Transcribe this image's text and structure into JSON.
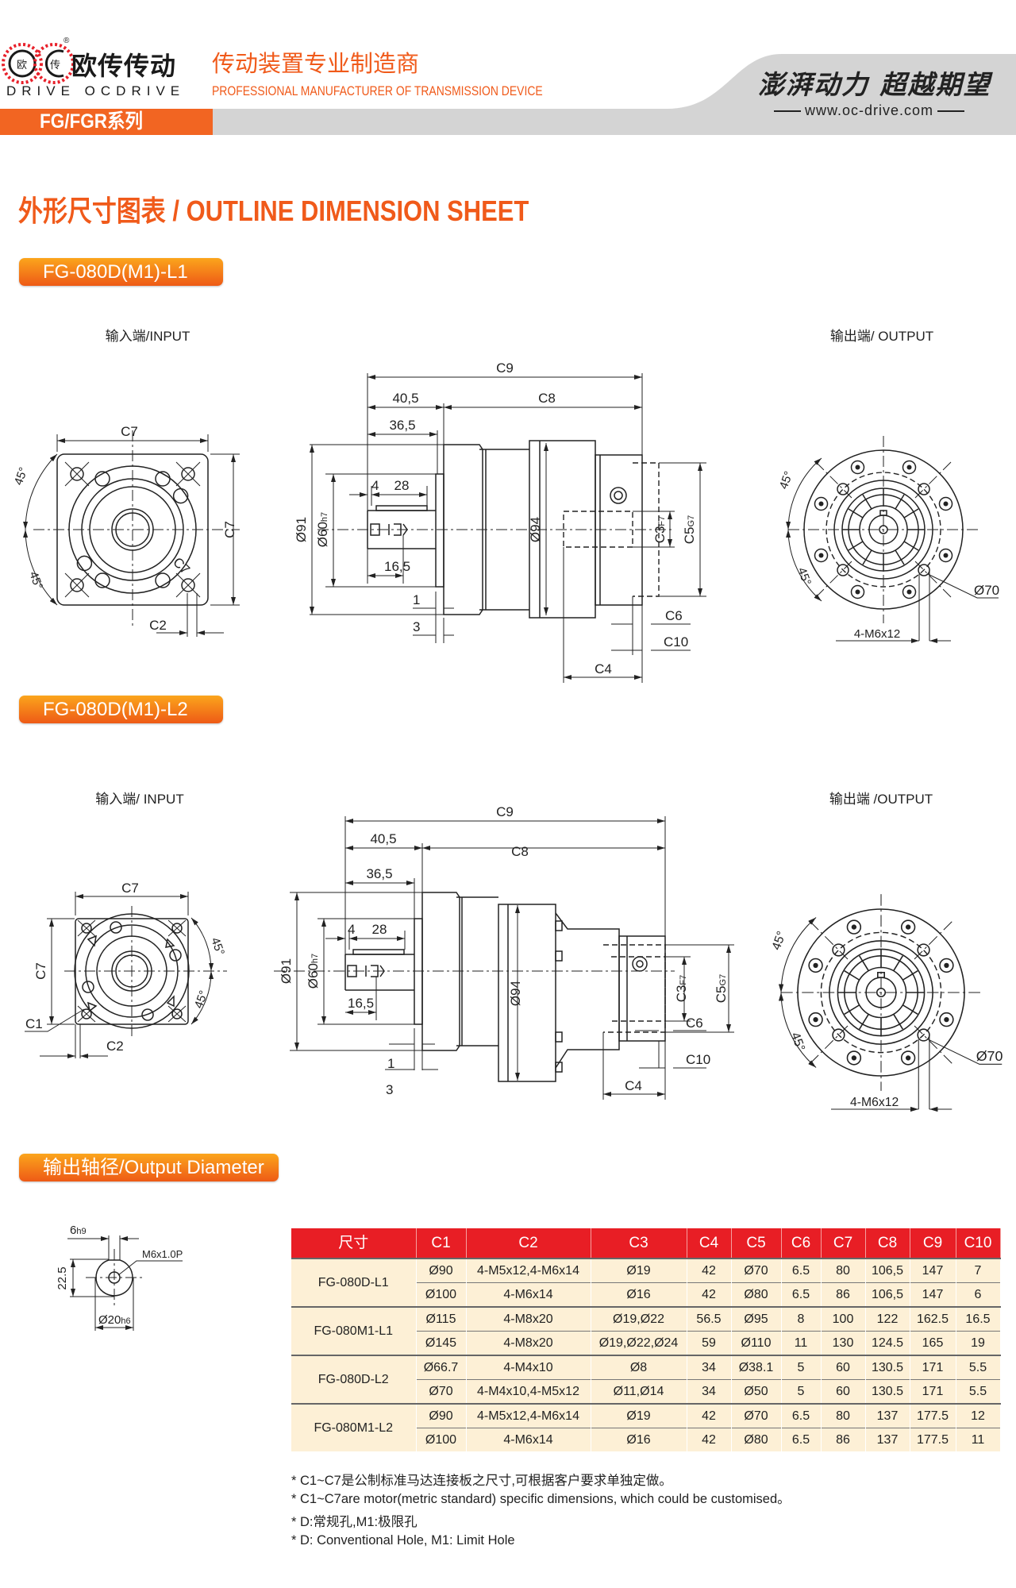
{
  "header": {
    "brand_cn": "欧传传动",
    "brand_en": "DRIVE OCDRIVE",
    "logo_chars": [
      "欧",
      "传"
    ],
    "tagline_cn": "传动装置专业制造商",
    "tagline_en": "PROFESSIONAL MANUFACTURER OF TRANSMISSION DEVICE",
    "series_tab": "FG/FGR系列",
    "slogan_cn": "澎湃动力 超越期望",
    "url": "www.oc-drive.com"
  },
  "title": "外形尺寸图表 / OUTLINE DIMENSION SHEET",
  "colors": {
    "accent": "#f05a1a",
    "table_header": "#e81e25",
    "table_row": "#fdf0d6",
    "band": "#d4d4d4"
  },
  "drawing1": {
    "model": "FG-080D(M1)-L1",
    "input_label": "输入端/INPUT",
    "output_label": "输出端/ OUTPUT",
    "dims": {
      "c7_top": "C7",
      "c7_side": "C7",
      "c7_diag": "C7",
      "c2": "C2",
      "a45_1": "45°",
      "a45_2": "45°",
      "c9": "C9",
      "d40": "40,5",
      "c8": "C8",
      "d36": "36,5",
      "d4": "4",
      "d28": "28",
      "d91": "Ø91",
      "d60": "Ø60",
      "d60_tol": "h7",
      "d165": "16,5",
      "d1": "1",
      "d3": "3",
      "d94": "Ø94",
      "c3": "C3",
      "c3_tol": "F7",
      "c5": "C5",
      "c5_tol": "G7",
      "c6": "C6",
      "c10": "C10",
      "c4": "C4",
      "o45_1": "45°",
      "o45_2": "45°",
      "d70": "Ø70",
      "m6": "4-M6x12"
    }
  },
  "drawing2": {
    "model": "FG-080D(M1)-L2",
    "input_label": "输入端/ INPUT",
    "output_label": "输出端 /OUTPUT",
    "dims": {
      "c7_top": "C7",
      "c7_side": "C7",
      "c1": "C1",
      "c2": "C2",
      "a45_1": "45°",
      "a45_2": "45°",
      "c9": "C9",
      "d40": "40,5",
      "c8": "C8",
      "d36": "36,5",
      "d4": "4",
      "d28": "28",
      "d91": "Ø91",
      "d60": "Ø60",
      "d60_tol": "h7",
      "d165": "16,5",
      "d1": "1",
      "d3": "3",
      "d94": "Ø94",
      "c3": "C3",
      "c3_tol": "F7",
      "c5": "C5",
      "c5_tol": "G7",
      "c6": "C6",
      "c10": "C10",
      "c4": "C4",
      "o45_1": "45°",
      "o45_2": "45°",
      "d70": "Ø70",
      "m6": "4-M6x12"
    }
  },
  "output_diameter": {
    "title": "输出轴径/Output Diameter",
    "key_width": "6",
    "key_width_tol": "h9",
    "thread": "M6x1.0P",
    "key_height": "22.5",
    "shaft_dia": "Ø20",
    "shaft_dia_tol": "h6"
  },
  "table": {
    "headers": [
      "尺寸",
      "C1",
      "C2",
      "C3",
      "C4",
      "C5",
      "C6",
      "C7",
      "C8",
      "C9",
      "C10"
    ],
    "groups": [
      {
        "model": "FG-080D-L1",
        "rows": [
          [
            "Ø90",
            "4-M5x12,4-M6x14",
            "Ø19",
            "42",
            "Ø70",
            "6.5",
            "80",
            "106,5",
            "147",
            "7"
          ],
          [
            "Ø100",
            "4-M6x14",
            "Ø16",
            "42",
            "Ø80",
            "6.5",
            "86",
            "106,5",
            "147",
            "6"
          ]
        ]
      },
      {
        "model": "FG-080M1-L1",
        "rows": [
          [
            "Ø115",
            "4-M8x20",
            "Ø19,Ø22",
            "56.5",
            "Ø95",
            "8",
            "100",
            "122",
            "162.5",
            "16.5"
          ],
          [
            "Ø145",
            "4-M8x20",
            "Ø19,Ø22,Ø24",
            "59",
            "Ø110",
            "11",
            "130",
            "124.5",
            "165",
            "19"
          ]
        ]
      },
      {
        "model": "FG-080D-L2",
        "rows": [
          [
            "Ø66.7",
            "4-M4x10",
            "Ø8",
            "34",
            "Ø38.1",
            "5",
            "60",
            "130.5",
            "171",
            "5.5"
          ],
          [
            "Ø70",
            "4-M4x10,4-M5x12",
            "Ø11,Ø14",
            "34",
            "Ø50",
            "5",
            "60",
            "130.5",
            "171",
            "5.5"
          ]
        ]
      },
      {
        "model": "FG-080M1-L2",
        "rows": [
          [
            "Ø90",
            "4-M5x12,4-M6x14",
            "Ø19",
            "42",
            "Ø70",
            "6.5",
            "80",
            "137",
            "177.5",
            "12"
          ],
          [
            "Ø100",
            "4-M6x14",
            "Ø16",
            "42",
            "Ø80",
            "6.5",
            "86",
            "137",
            "177.5",
            "11"
          ]
        ]
      }
    ]
  },
  "notes": [
    "* C1~C7是公制标准马达连接板之尺寸,可根据客户要求单独定做。",
    "* C1~C7are motor(metric standard)  specific dimensions, which could be customised。",
    "* D:常规孔,M1:极限孔",
    "* D: Conventional Hole, M1: Limit Hole"
  ]
}
